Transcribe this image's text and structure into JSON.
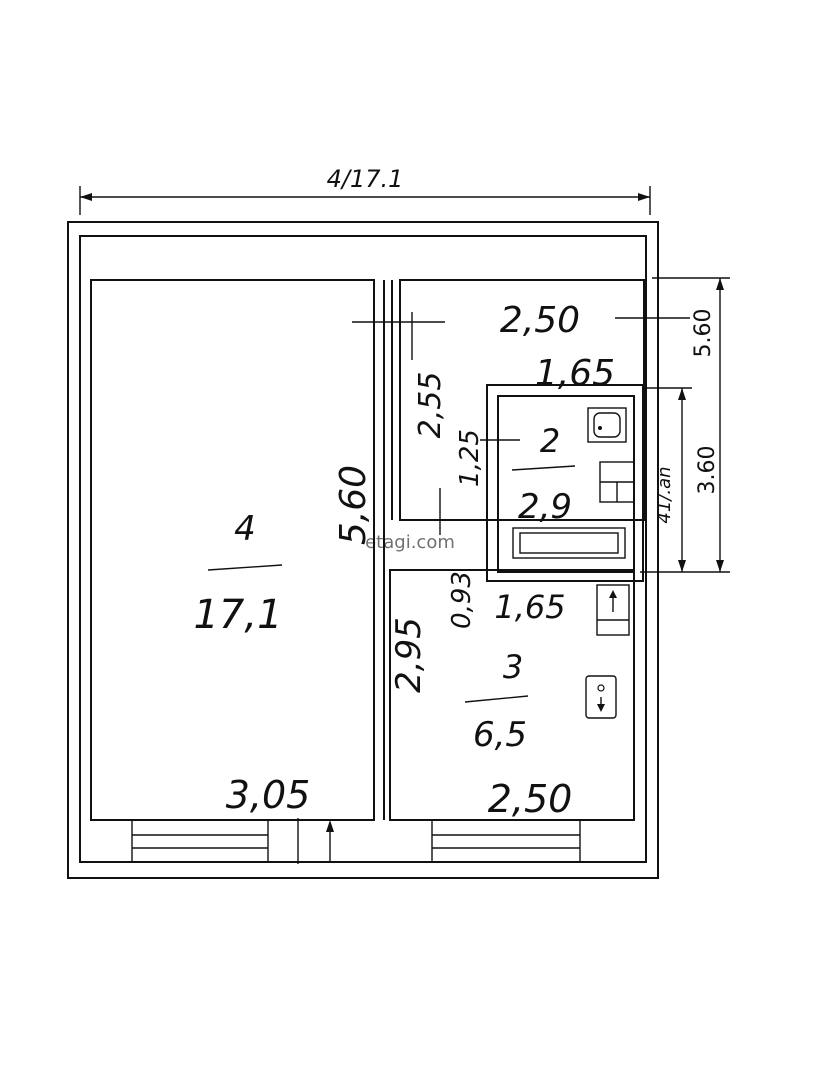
{
  "plan": {
    "overall_dimension": "4/17.1",
    "right_dim_outer": "5.60",
    "right_dim_inner": "3.60",
    "right_dim_note": "41/.an",
    "watermark": "etagi.com"
  },
  "rooms": {
    "room4": {
      "number": "4",
      "area": "17,1",
      "width": "3,05",
      "length": "5,60"
    },
    "hall": {
      "top": "2,50",
      "side": "2,55"
    },
    "room2": {
      "number": "2",
      "area": "2,9",
      "width": "1,65",
      "depth": "1,25"
    },
    "room3": {
      "number": "3",
      "area": "6,5",
      "width": "1,65",
      "bottom": "2,50",
      "length": "2,95",
      "side": "0,93"
    }
  }
}
